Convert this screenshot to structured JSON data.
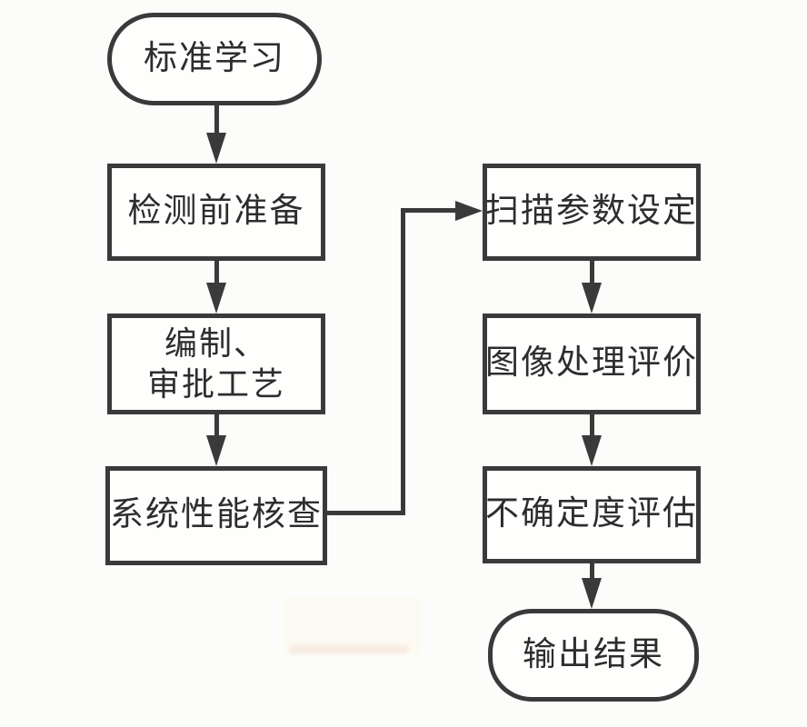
{
  "diagram": {
    "type": "flowchart",
    "language": "zh-CN",
    "nodes": {
      "standard_learning": {
        "label": "标准学习",
        "shape": "stadium"
      },
      "pre_inspection_prep": {
        "label": "检测前准备",
        "shape": "rect"
      },
      "compile_approve_process": {
        "label": "编制、审批工艺",
        "lines": [
          "编制、",
          "审批工艺"
        ],
        "shape": "rect"
      },
      "system_performance_check": {
        "label": "系统性能核查",
        "shape": "rect"
      },
      "scan_parameter_setting": {
        "label": "扫描参数设定",
        "shape": "rect"
      },
      "image_processing_evaluation": {
        "label": "图像处理评价",
        "shape": "rect"
      },
      "uncertainty_assessment": {
        "label": "不确定度评估",
        "shape": "rect"
      },
      "output_result": {
        "label": "输出结果",
        "shape": "stadium"
      }
    },
    "edges": [
      {
        "from": "标准学习",
        "to": "检测前准备",
        "style": "arrow-down"
      },
      {
        "from": "检测前准备",
        "to": "编制、审批工艺",
        "style": "arrow-down"
      },
      {
        "from": "编制、审批工艺",
        "to": "系统性能核查",
        "style": "arrow-down"
      },
      {
        "from": "系统性能核查",
        "to": "扫描参数设定",
        "style": "elbow-right-up-right"
      },
      {
        "from": "扫描参数设定",
        "to": "图像处理评价",
        "style": "arrow-down"
      },
      {
        "from": "图像处理评价",
        "to": "不确定度评估",
        "style": "arrow-down"
      },
      {
        "from": "不确定度评估",
        "to": "输出结果",
        "style": "arrow-down"
      }
    ]
  },
  "colors": {
    "stroke": "#3a3a3a",
    "text": "#2d2d2d",
    "background": "#fcfcfa",
    "node_fill": "#fefefd"
  }
}
